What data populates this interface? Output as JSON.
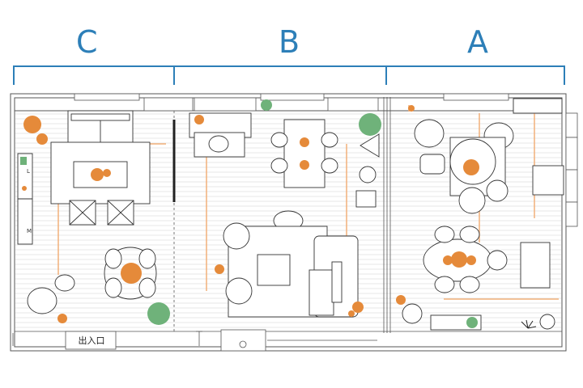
{
  "zones": [
    {
      "id": "C",
      "label": "C"
    },
    {
      "id": "B",
      "label": "B"
    },
    {
      "id": "A",
      "label": "A"
    }
  ],
  "entrance": {
    "label": "出入口"
  },
  "wall_marks": {
    "left_top": "L",
    "left_bottom": "M"
  },
  "colors": {
    "zone_blue": "#2d7fb8",
    "light_orange": "#e58a3a",
    "plant_green": "#6fb27a",
    "wall_line": "#444444",
    "wire_orange": "#f2b07a"
  }
}
